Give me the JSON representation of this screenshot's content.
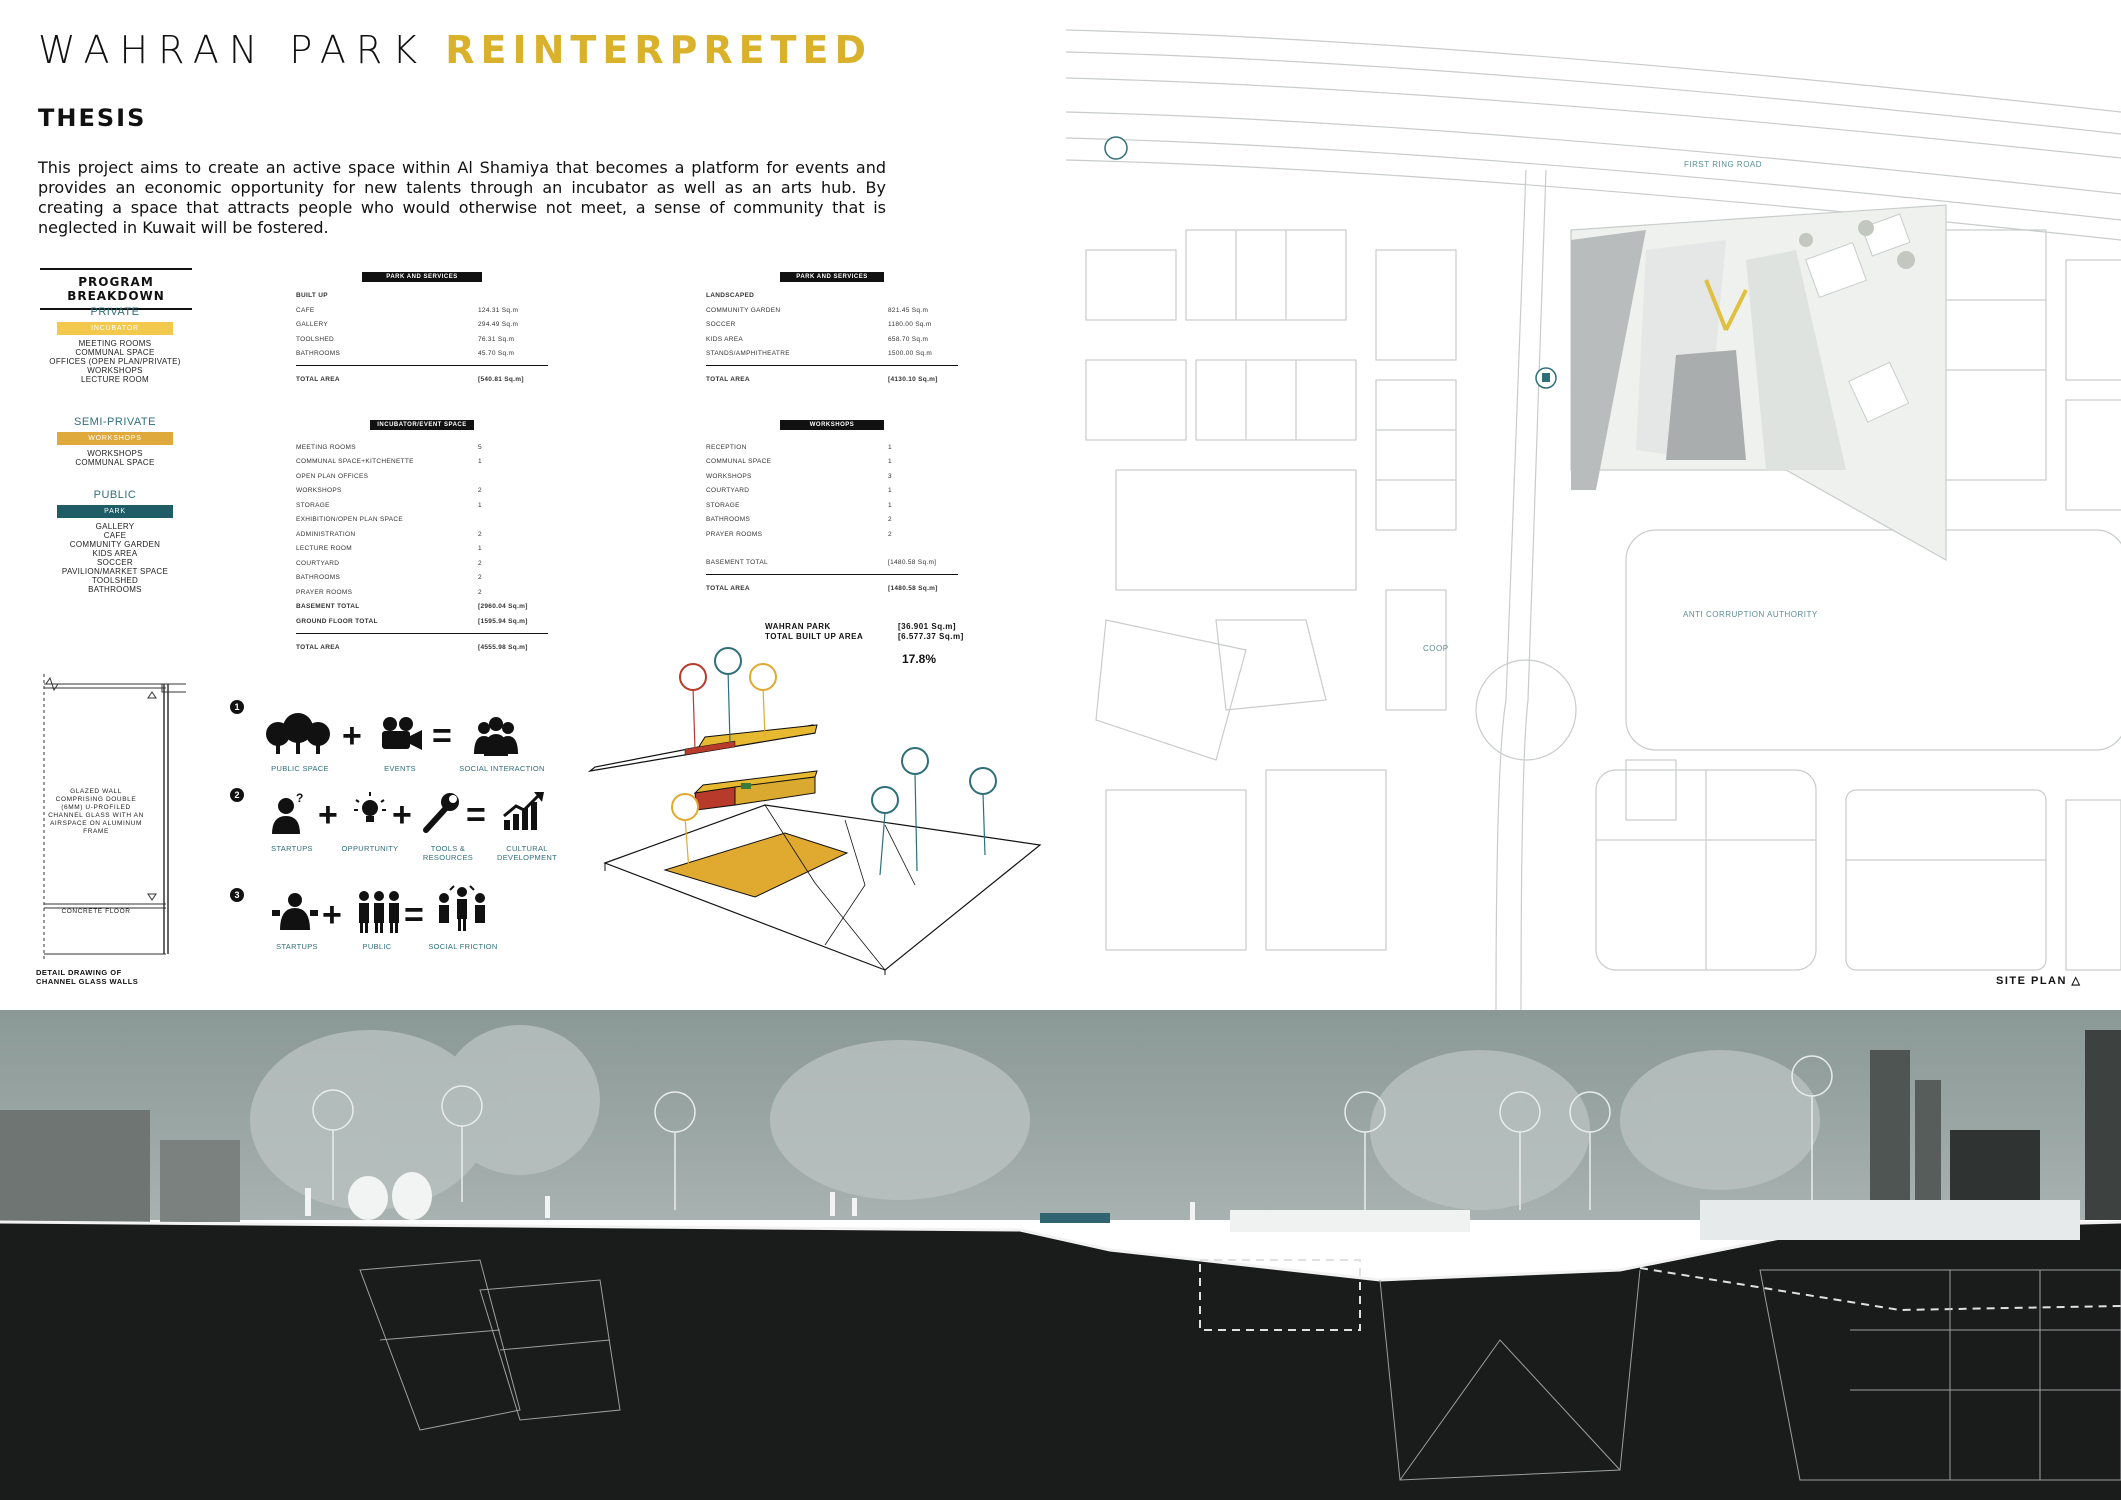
{
  "title": {
    "main": "WAHRAN PARK",
    "accent": "REINTERPRETED"
  },
  "thesis": {
    "heading": "THESIS",
    "body": "This project aims to create an active space within Al Shamiya that becomes a platform for events and provides an economic opportunity for new talents through an incubator as well as an arts hub. By creating a space that attracts people who would otherwise not meet, a sense of community that is neglected in Kuwait will be fostered."
  },
  "program": {
    "heading": "PROGRAM BREAKDOWN",
    "private": {
      "label": "PRIVATE",
      "badge": "INCUBATOR",
      "items": [
        "MEETING ROOMS",
        "COMMUNAL SPACE",
        "OFFICES (OPEN PLAN/PRIVATE)",
        "WORKSHOPS",
        "LECTURE ROOM"
      ]
    },
    "semi": {
      "label": "SEMI-PRIVATE",
      "badge": "WORKSHOPS",
      "items": [
        "WORKSHOPS",
        "COMMUNAL SPACE"
      ]
    },
    "public": {
      "label": "PUBLIC",
      "badge": "PARK",
      "items": [
        "GALLERY",
        "CAFE",
        "COMMUNITY GARDEN",
        "KIDS AREA",
        "SOCCER",
        "PAVILION/MARKET SPACE",
        "TOOLSHED",
        "BATHROOMS"
      ]
    }
  },
  "tables": {
    "t1": {
      "header": "PARK AND SERVICES",
      "sub": "BUILT UP",
      "rows": [
        [
          "CAFE",
          "124.31 Sq.m"
        ],
        [
          "GALLERY",
          "294.49 Sq.m"
        ],
        [
          "TOOLSHED",
          "76.31 Sq.m"
        ],
        [
          "BATHROOMS",
          "45.70 Sq.m"
        ]
      ],
      "total": [
        "TOTAL AREA",
        "[540.81 Sq.m]"
      ]
    },
    "t2": {
      "header": "PARK AND SERVICES",
      "sub": "LANDSCAPED",
      "rows": [
        [
          "COMMUNITY GARDEN",
          "821.45 Sq.m"
        ],
        [
          "SOCCER",
          "1180.00 Sq.m"
        ],
        [
          "KIDS AREA",
          "658.70 Sq.m"
        ],
        [
          "STANDS/AMPHITHEATRE",
          "1500.00 Sq.m"
        ]
      ],
      "total": [
        "TOTAL AREA",
        "[4130.10 Sq.m]"
      ]
    },
    "t3": {
      "header": "INCUBATOR/EVENT SPACE",
      "rows": [
        [
          "MEETING ROOMS",
          "5"
        ],
        [
          "COMMUNAL SPACE+KITCHENETTE",
          "1"
        ],
        [
          "OPEN PLAN OFFICES",
          ""
        ],
        [
          "WORKSHOPS",
          "2"
        ],
        [
          "STORAGE",
          "1"
        ],
        [
          "EXHIBITION/OPEN PLAN SPACE",
          ""
        ],
        [
          "ADMINISTRATION",
          "2"
        ],
        [
          "LECTURE ROOM",
          "1"
        ],
        [
          "COURTYARD",
          "2"
        ],
        [
          "BATHROOMS",
          "2"
        ],
        [
          "PRAYER ROOMS",
          "2"
        ]
      ],
      "extra": [
        [
          "BASEMENT TOTAL",
          "[2960.04 Sq.m]"
        ],
        [
          "GROUND FLOOR TOTAL",
          "[1595.94 Sq.m]"
        ]
      ],
      "total": [
        "TOTAL AREA",
        "[4555.98 Sq.m]"
      ]
    },
    "t4": {
      "header": "WORKSHOPS",
      "rows": [
        [
          "RECEPTION",
          "1"
        ],
        [
          "COMMUNAL SPACE",
          "1"
        ],
        [
          "WORKSHOPS",
          "3"
        ],
        [
          "COURTYARD",
          "1"
        ],
        [
          "STORAGE",
          "1"
        ],
        [
          "BATHROOMS",
          "2"
        ],
        [
          "PRAYER ROOMS",
          "2"
        ]
      ],
      "extra": [
        [
          "BASEMENT TOTAL",
          "[1480.58 Sq.m]"
        ]
      ],
      "total": [
        "TOTAL AREA",
        "[1480.58 Sq.m]"
      ]
    },
    "summary": {
      "label1": "WAHRAN PARK",
      "label2": "TOTAL BUILT UP AREA",
      "value1": "[36.901 Sq.m]",
      "value2": "[6.577.37 Sq.m]",
      "percent": "17.8%"
    }
  },
  "concepts": {
    "row1": {
      "num": "1",
      "labels": [
        "PUBLIC SPACE",
        "EVENTS",
        "SOCIAL INTERACTION"
      ]
    },
    "row2": {
      "num": "2",
      "labels": [
        "STARTUPS",
        "OPPURTUNITY",
        "TOOLS & RESOURCES",
        "CULTURAL DEVELOPMENT"
      ]
    },
    "row3": {
      "num": "3",
      "labels": [
        "STARTUPS",
        "PUBLIC",
        "SOCIAL FRICTION"
      ]
    }
  },
  "detail": {
    "glazing": "GLAZED WALL COMPRISING DOUBLE (6MM) U-PROFILED CHANNEL GLASS WITH AN AIRSPACE ON ALUMINUM FRAME",
    "floor": "CONCRETE FLOOR",
    "caption": "DETAIL DRAWING OF CHANNEL GLASS WALLS"
  },
  "site": {
    "road": "FIRST RING ROAD",
    "authority": "ANTI CORRUPTION AUTHORITY",
    "coop": "COOP",
    "caption": "SITE PLAN"
  },
  "colors": {
    "accent": "#d9b12b",
    "teal": "#2f6f7a",
    "incubator": "#f2c94c",
    "workshops": "#e0a93b",
    "park": "#1f5c66"
  }
}
